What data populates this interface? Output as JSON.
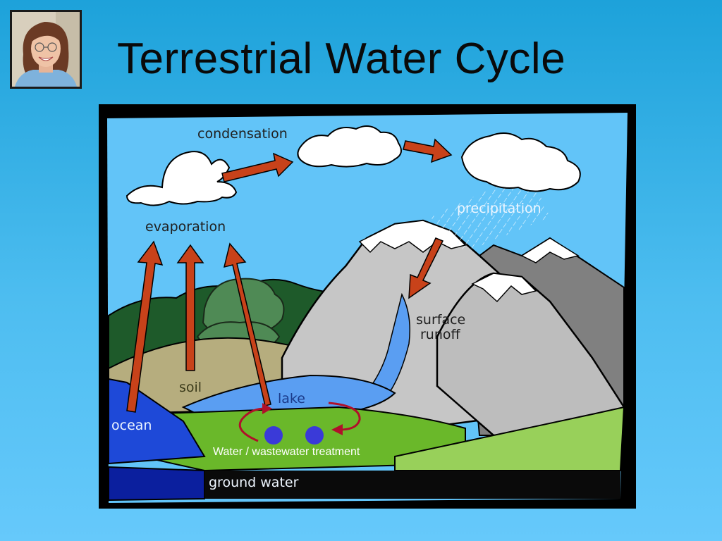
{
  "slide": {
    "title": "Terrestrial Water Cycle"
  },
  "diagram": {
    "labels": {
      "condensation": "condensation",
      "evaporation": "evaporation",
      "precipitation": "precipitation",
      "surface_runoff_line1": "surface",
      "surface_runoff_line2": "runoff",
      "soil": "soil",
      "lake": "lake",
      "ocean": "ocean",
      "ground_water": "ground water"
    },
    "overlay": {
      "treatment_label": "Water / wastewater treatment"
    }
  },
  "colors": {
    "sky": "#62c4f8",
    "arrow": "#c8421a",
    "ocean": "#1e49d8",
    "ground_water": "#0b1f9e",
    "lake": "#5a9ef2",
    "grass": "#6ab82a",
    "soil": "#b6ad7e",
    "mountain": "#c6c6c6",
    "treatment_dot": "#3a3ad8",
    "treatment_arrow": "#b0102a"
  }
}
